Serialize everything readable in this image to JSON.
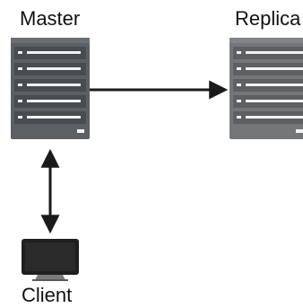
{
  "nodes": {
    "master": {
      "label": "Master",
      "icon": "server-rack-icon"
    },
    "replica": {
      "label": "Replica",
      "icon": "server-rack-icon"
    },
    "client": {
      "label": "Client",
      "icon": "monitor-icon"
    }
  },
  "edges": [
    {
      "from": "master",
      "to": "replica",
      "direction": "one-way"
    },
    {
      "from": "master",
      "to": "client",
      "direction": "two-way"
    }
  ],
  "colors": {
    "server_body": "#5c5f63",
    "server_bay": "#484b4f",
    "server_light": "#f2f2f2",
    "replica_body": "#757678",
    "arrow": "#1a1a1a",
    "monitor_frame": "#1f1f1f",
    "monitor_stand": "#7a7a7a"
  }
}
